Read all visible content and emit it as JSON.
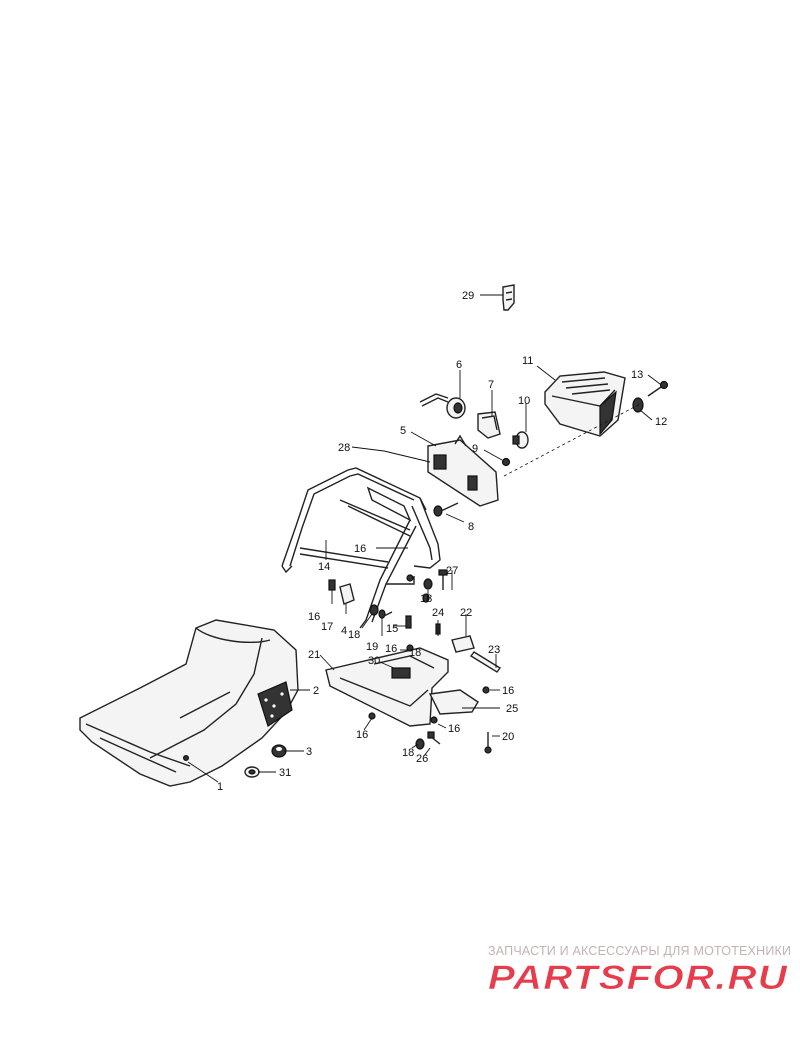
{
  "callouts": [
    {
      "label": "1"
    },
    {
      "label": "2"
    },
    {
      "label": "3"
    },
    {
      "label": "4"
    },
    {
      "label": "5"
    },
    {
      "label": "6"
    },
    {
      "label": "7"
    },
    {
      "label": "8"
    },
    {
      "label": "9"
    },
    {
      "label": "10"
    },
    {
      "label": "11"
    },
    {
      "label": "12"
    },
    {
      "label": "13"
    },
    {
      "label": "14"
    },
    {
      "label": "15"
    },
    {
      "label": "16"
    },
    {
      "label": "16"
    },
    {
      "label": "16"
    },
    {
      "label": "16"
    },
    {
      "label": "16"
    },
    {
      "label": "16"
    },
    {
      "label": "17"
    },
    {
      "label": "18"
    },
    {
      "label": "18"
    },
    {
      "label": "18"
    },
    {
      "label": "18"
    },
    {
      "label": "19"
    },
    {
      "label": "20"
    },
    {
      "label": "21"
    },
    {
      "label": "22"
    },
    {
      "label": "23"
    },
    {
      "label": "24"
    },
    {
      "label": "25"
    },
    {
      "label": "26"
    },
    {
      "label": "27"
    },
    {
      "label": "28"
    },
    {
      "label": "29"
    },
    {
      "label": "30"
    },
    {
      "label": "31"
    }
  ],
  "watermark": {
    "caption": "ЗАПЧАСТИ И АКСЕССУАРЫ ДЛЯ МОТОТЕХНИКИ",
    "logo_text": "PARTSFOR.RU",
    "color": "#e63c4b",
    "caption_color": "#c4b2b2"
  }
}
